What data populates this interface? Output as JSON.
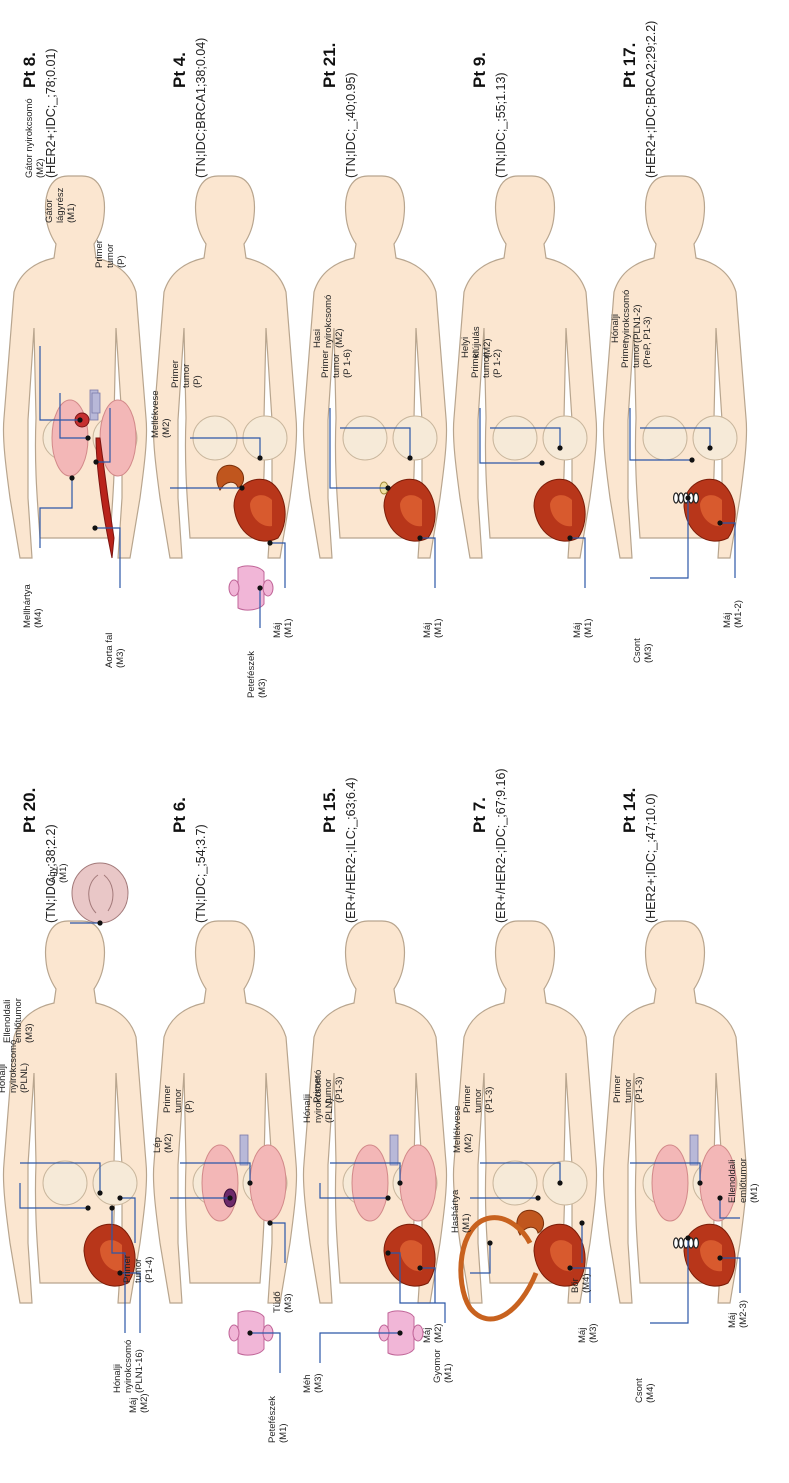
{
  "panels": [
    {
      "id": "pt8",
      "title": "Pt 8.",
      "subtitle": "(HER2+;IDC;_;78;0.01)",
      "labels": [
        {
          "key": "a",
          "lines": [
            "Gátor nyirokcsomó",
            "(M2)"
          ]
        },
        {
          "key": "b",
          "lines": [
            "Gátor",
            "lágyrész",
            "(M1)"
          ]
        },
        {
          "key": "c",
          "lines": [
            "Primer",
            "tumor",
            "(P)"
          ]
        },
        {
          "key": "d",
          "lines": [
            "Mellhártya",
            "(M4)"
          ]
        },
        {
          "key": "e",
          "lines": [
            "Aorta fal",
            "(M3)"
          ]
        }
      ]
    },
    {
      "id": "pt4",
      "title": "Pt 4.",
      "subtitle": "(TN;IDC;BRCA1;38;0.04)",
      "labels": [
        {
          "key": "a",
          "lines": [
            "Primer",
            "tumor",
            "(P)"
          ]
        },
        {
          "key": "b",
          "lines": [
            "Mellékvese",
            "(M2)"
          ]
        },
        {
          "key": "c",
          "lines": [
            "Máj",
            "(M1)"
          ]
        },
        {
          "key": "d",
          "lines": [
            "Petefészek",
            "(M3)"
          ]
        }
      ]
    },
    {
      "id": "pt21",
      "title": "Pt 21.",
      "subtitle": "(TN;IDC;_;40;0.95)",
      "labels": [
        {
          "key": "a",
          "lines": [
            "Primer",
            "tumor",
            "(P 1-6)"
          ]
        },
        {
          "key": "b",
          "lines": [
            "Hasi",
            "nyirokcsomó",
            "(M2)"
          ]
        },
        {
          "key": "c",
          "lines": [
            "Máj",
            "(M1)"
          ]
        }
      ]
    },
    {
      "id": "pt9",
      "title": "Pt 9.",
      "subtitle": "(TN;IDC;_;55;1.13)",
      "labels": [
        {
          "key": "a",
          "lines": [
            "Primer",
            "tumor",
            "(P 1-2)"
          ]
        },
        {
          "key": "b",
          "lines": [
            "Helyi",
            "kiújulás",
            "(M2)"
          ]
        },
        {
          "key": "c",
          "lines": [
            "Máj",
            "(M1)"
          ]
        }
      ]
    },
    {
      "id": "pt17",
      "title": "Pt 17.",
      "subtitle": "(HER2+;IDC;BRCA2;29;2.2)",
      "labels": [
        {
          "key": "a",
          "lines": [
            "Primer",
            "tumor",
            "(PreP, P1-3)"
          ]
        },
        {
          "key": "b",
          "lines": [
            "Hónalji",
            "nyirokcsomó",
            "(PLN1-2)"
          ]
        },
        {
          "key": "c",
          "lines": [
            "Máj",
            "(M1-2)"
          ]
        },
        {
          "key": "d",
          "lines": [
            "Csont",
            "(M3)"
          ]
        }
      ]
    },
    {
      "id": "pt20",
      "title": "Pt 20.",
      "subtitle": "(TN;IDC;_;38;2.2)",
      "labels": [
        {
          "key": "a",
          "lines": [
            "Agy",
            "(M1)"
          ]
        },
        {
          "key": "b",
          "lines": [
            "Ellenoldali",
            "emlőtumor",
            "(M3)"
          ]
        },
        {
          "key": "c",
          "lines": [
            "Hónalji",
            "nyirokcsomó",
            "(PLNL)"
          ]
        },
        {
          "key": "d",
          "lines": [
            "Primer",
            "tumor",
            "(P1-4)"
          ]
        },
        {
          "key": "e",
          "lines": [
            "Hónalji",
            "nyirokcsomó",
            "(PLN1-16)"
          ]
        },
        {
          "key": "f",
          "lines": [
            "Máj",
            "(M2)"
          ]
        }
      ]
    },
    {
      "id": "pt6",
      "title": "Pt 6.",
      "subtitle": "(TN;IDC;_;54;3.7)",
      "labels": [
        {
          "key": "a",
          "lines": [
            "Primer",
            "tumor",
            "(P)"
          ]
        },
        {
          "key": "b",
          "lines": [
            "Lép",
            "(M2)"
          ]
        },
        {
          "key": "c",
          "lines": [
            "Tüdő",
            "(M3)"
          ]
        },
        {
          "key": "d",
          "lines": [
            "Petefészek",
            "(M1)"
          ]
        }
      ]
    },
    {
      "id": "pt15",
      "title": "Pt 15.",
      "subtitle": "(ER+/HER2-;ILC;_;63;6.4)",
      "labels": [
        {
          "key": "a",
          "lines": [
            "Primer",
            "tumor",
            "(P1-3)"
          ]
        },
        {
          "key": "b",
          "lines": [
            "Hónalji",
            "nyirokcsomó",
            "(PLN)"
          ]
        },
        {
          "key": "c",
          "lines": [
            "Méh",
            "(M3)"
          ]
        },
        {
          "key": "d",
          "lines": [
            "Máj",
            "(M2)"
          ]
        },
        {
          "key": "e",
          "lines": [
            "Gyomor",
            "(M1)"
          ]
        }
      ]
    },
    {
      "id": "pt7",
      "title": "Pt 7.",
      "subtitle": "(ER+/HER2-;IDC;_;67;9.16)",
      "labels": [
        {
          "key": "a",
          "lines": [
            "Primer",
            "tumor",
            "(P1-3)"
          ]
        },
        {
          "key": "b",
          "lines": [
            "Mellékvese",
            "(M2)"
          ]
        },
        {
          "key": "c",
          "lines": [
            "Hashártya",
            "(M1)"
          ]
        },
        {
          "key": "d",
          "lines": [
            "Bőr",
            "(M4)"
          ]
        },
        {
          "key": "e",
          "lines": [
            "Máj",
            "(M3)"
          ]
        }
      ]
    },
    {
      "id": "pt14",
      "title": "Pt 14.",
      "subtitle": "(HER2+;IDC;_;47;10.0)",
      "labels": [
        {
          "key": "a",
          "lines": [
            "Primer",
            "tumor",
            "(P1-3)"
          ]
        },
        {
          "key": "b",
          "lines": [
            "Ellenoldali",
            "emlőtumor",
            "(M1)"
          ]
        },
        {
          "key": "c",
          "lines": [
            "Máj",
            "(M2-3)"
          ]
        },
        {
          "key": "d",
          "lines": [
            "Csont",
            "(M4)"
          ]
        }
      ]
    }
  ]
}
